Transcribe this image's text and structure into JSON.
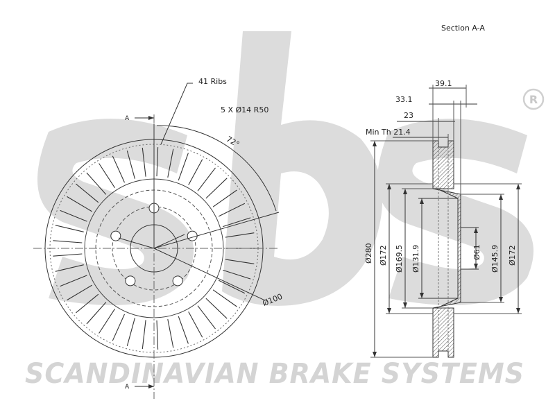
{
  "watermark": {
    "brand_text": "SCANDINAVIAN BRAKE SYSTEMS",
    "registered_mark": "R",
    "brand_color": "#d9d9d9"
  },
  "front_view": {
    "ribs_label": "41 Ribs",
    "bolt_pattern_label": "5 X Ø14 R50",
    "angle_label": "72°",
    "pcd_label": "Ø100",
    "section_marker_top": "A",
    "section_marker_bottom": "A",
    "rib_count": 41,
    "bolt_count": 5
  },
  "section_view": {
    "title": "Section A-A",
    "dim_39_1": "39.1",
    "dim_33_1": "33.1",
    "dim_23": "23",
    "min_thickness": "Min Th 21.4",
    "dia_280": "Ø280",
    "dia_172_left": "Ø172",
    "dia_169_5": "Ø169.5",
    "dia_131_9": "Ø131.9",
    "dia_61": "Ø61",
    "dia_145_9": "Ø145.9",
    "dia_172_right": "Ø172"
  }
}
